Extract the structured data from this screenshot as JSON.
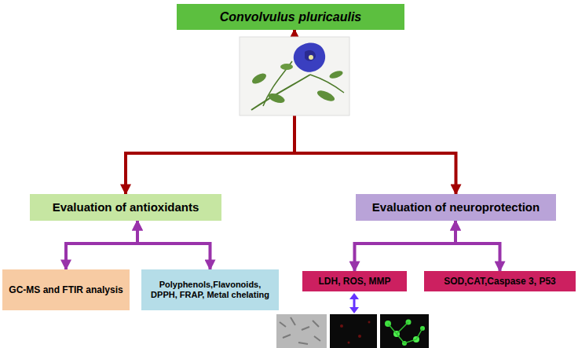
{
  "diagram": {
    "nodes": [
      {
        "text": [
          "Convolvulus pluricaulis"
        ]
      },
      {
        "text": [
          "Evaluation of antioxidants"
        ]
      },
      {
        "text": [
          "Evaluation of neuroprotection"
        ]
      },
      {
        "text": [
          "GC-MS and FTIR analysis"
        ]
      },
      {
        "text": [
          "Polyphenols,Flavonoids, DPPH, FRAP, Metal chelating"
        ]
      },
      {
        "text": [
          "LDH, ROS, MMP"
        ]
      },
      {
        "text": [
          "SOD,CAT,Caspase 3, P53"
        ]
      }
    ],
    "edges": [
      {
        "from": 0,
        "to": 1,
        "arrow": "both"
      },
      {
        "from": 0,
        "to": 2,
        "arrow": "both"
      },
      {
        "from": 1,
        "to": 3,
        "arrow": "both"
      },
      {
        "from": 1,
        "to": 4,
        "arrow": "both"
      },
      {
        "from": 2,
        "to": 5,
        "arrow": "both"
      },
      {
        "from": 2,
        "to": 6,
        "arrow": "both"
      }
    ]
  }
}
